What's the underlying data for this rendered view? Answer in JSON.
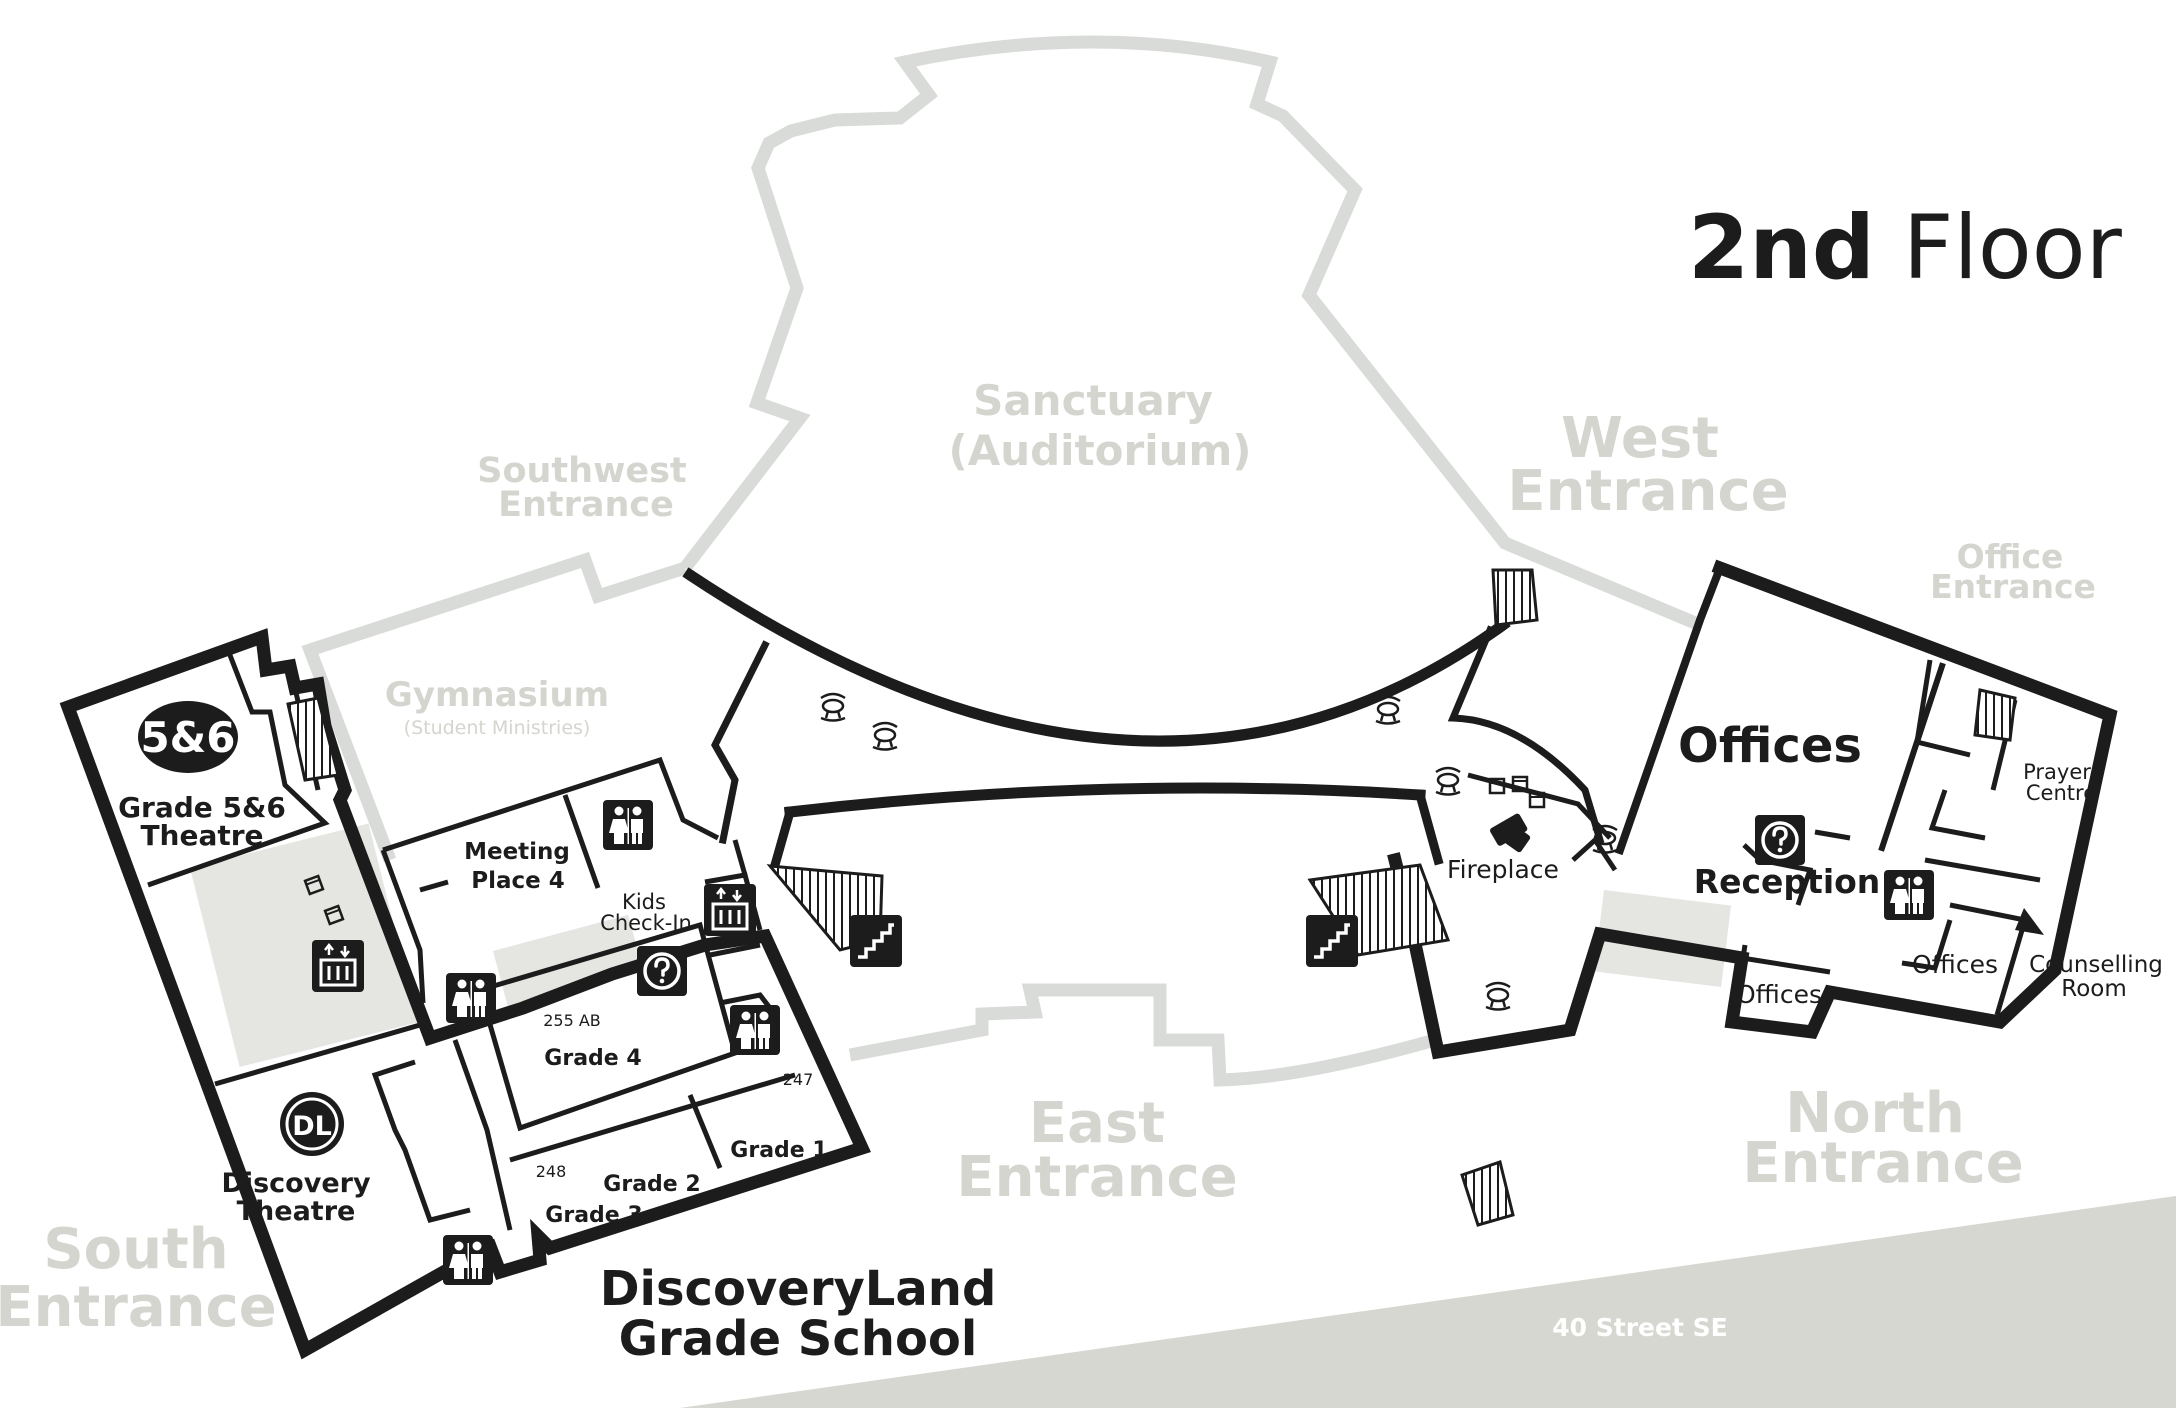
{
  "floor_title": {
    "number": "2nd",
    "word": "Floor"
  },
  "colors": {
    "ink": "#1c1c1c",
    "ghost_wall": "#d9dbd8",
    "ghost_text": "#d4d5cf",
    "road": "#d6d7d0",
    "area_fill": "#e5e6e2"
  },
  "entrances": {
    "southwest": [
      "Southwest",
      "Entrance"
    ],
    "west": [
      "West",
      "Entrance"
    ],
    "office": [
      "Office",
      "Entrance"
    ],
    "east": [
      "East",
      "Entrance"
    ],
    "north": [
      "North",
      "Entrance"
    ],
    "south": [
      "South",
      "Entrance"
    ]
  },
  "street": "40 Street SE",
  "rooms": {
    "sanctuary": [
      "Sanctuary",
      "(Auditorium)"
    ],
    "gymnasium": "Gymnasium",
    "gymnasium_sub": "(Student Ministries)",
    "grade56": [
      "Grade 5&6",
      "Theatre"
    ],
    "badge56": "5&6",
    "meeting": [
      "Meeting",
      "Place 4"
    ],
    "kids_checkin": [
      "Kids",
      "Check-In"
    ],
    "room255": "255 AB",
    "grade4": "Grade 4",
    "room247": "247",
    "grade1": "Grade 1",
    "room248": "248",
    "grade2": "Grade 2",
    "grade3": "Grade 3",
    "discovery_badge": "DL",
    "discovery_theatre": [
      "Discovery",
      "Theatre"
    ],
    "discoveryland": [
      "DiscoveryLand",
      "Grade School"
    ],
    "fireplace": "Fireplace",
    "offices_main": "Offices",
    "reception": "Reception",
    "prayer": [
      "Prayer",
      "Centre"
    ],
    "offices_a": "Offices",
    "offices_b": "Offices",
    "counselling": [
      "Counselling",
      "Room"
    ]
  },
  "icons": [
    {
      "name": "info-icon",
      "glyph": "?"
    },
    {
      "name": "restroom-icon"
    },
    {
      "name": "elevator-icon"
    },
    {
      "name": "stairs-icon"
    },
    {
      "name": "table-chairs-icon"
    },
    {
      "name": "couch-icon"
    }
  ]
}
